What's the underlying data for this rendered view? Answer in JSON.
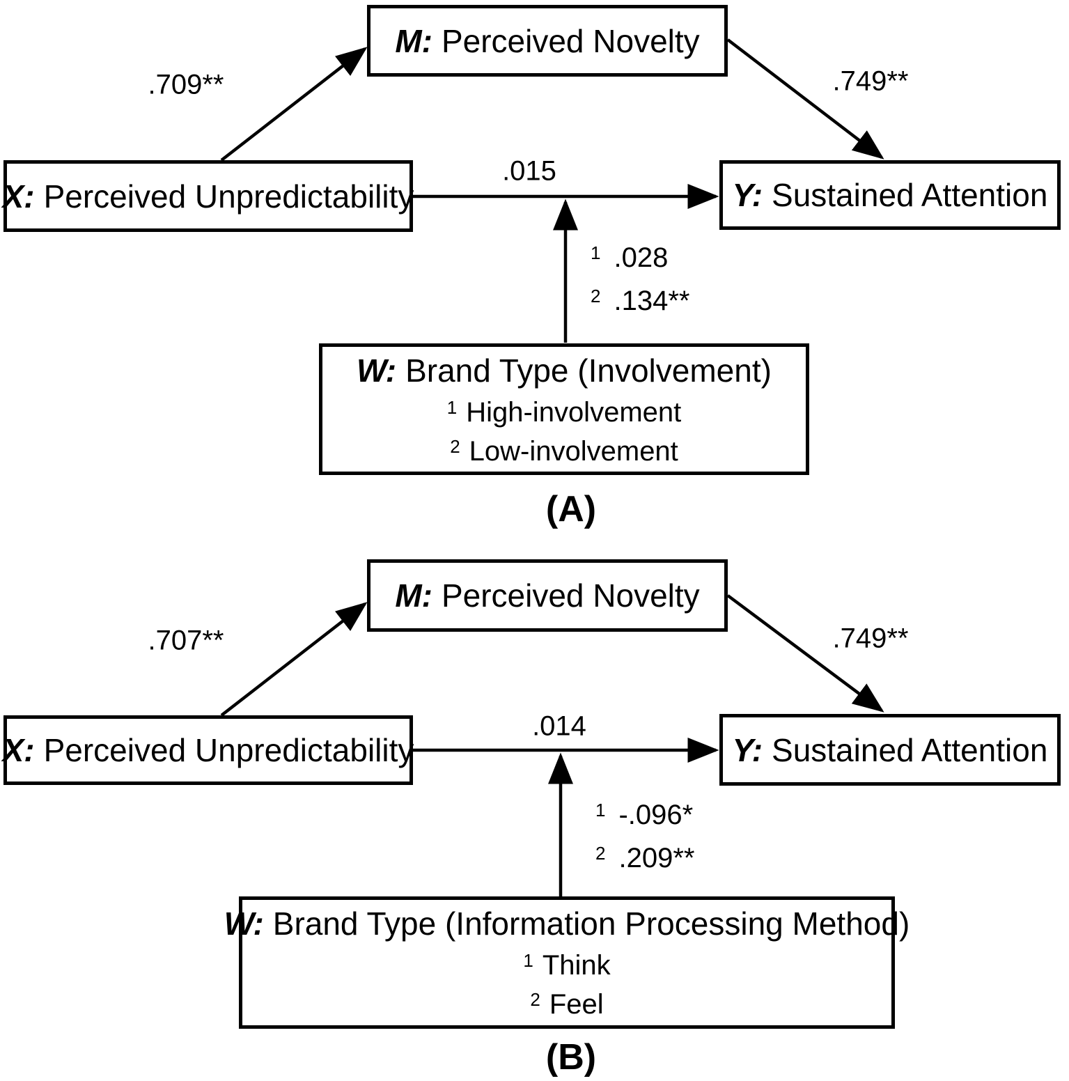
{
  "colors": {
    "ink": "#000000",
    "background": "#ffffff"
  },
  "panels": [
    {
      "caption": "(A)",
      "nodes": {
        "m": {
          "prefix": "M:",
          "label": "Perceived Novelty"
        },
        "x": {
          "prefix": "X:",
          "label": "Perceived Unpredictability"
        },
        "y": {
          "prefix": "Y:",
          "label": "Sustained Attention"
        },
        "w": {
          "prefix": "W:",
          "label": "Brand Type (Involvement)",
          "levels": [
            {
              "sup": "1",
              "label": "High-involvement"
            },
            {
              "sup": "2",
              "label": "Low-involvement"
            }
          ]
        }
      },
      "paths": {
        "x_to_m": ".709**",
        "m_to_y": ".749**",
        "x_to_y": ".015",
        "moderation": [
          {
            "sup": "1",
            "value": ".028"
          },
          {
            "sup": "2",
            "value": ".134**"
          }
        ]
      }
    },
    {
      "caption": "(B)",
      "nodes": {
        "m": {
          "prefix": "M:",
          "label": "Perceived Novelty"
        },
        "x": {
          "prefix": "X:",
          "label": "Perceived Unpredictability"
        },
        "y": {
          "prefix": "Y:",
          "label": "Sustained Attention"
        },
        "w": {
          "prefix": "W:",
          "label": "Brand Type (Information Processing Method)",
          "levels": [
            {
              "sup": "1",
              "label": "Think"
            },
            {
              "sup": "2",
              "label": "Feel"
            }
          ]
        }
      },
      "paths": {
        "x_to_m": ".707**",
        "m_to_y": ".749**",
        "x_to_y": ".014",
        "moderation": [
          {
            "sup": "1",
            "value": "-.096*"
          },
          {
            "sup": "2",
            "value": ".209**"
          }
        ]
      }
    }
  ]
}
